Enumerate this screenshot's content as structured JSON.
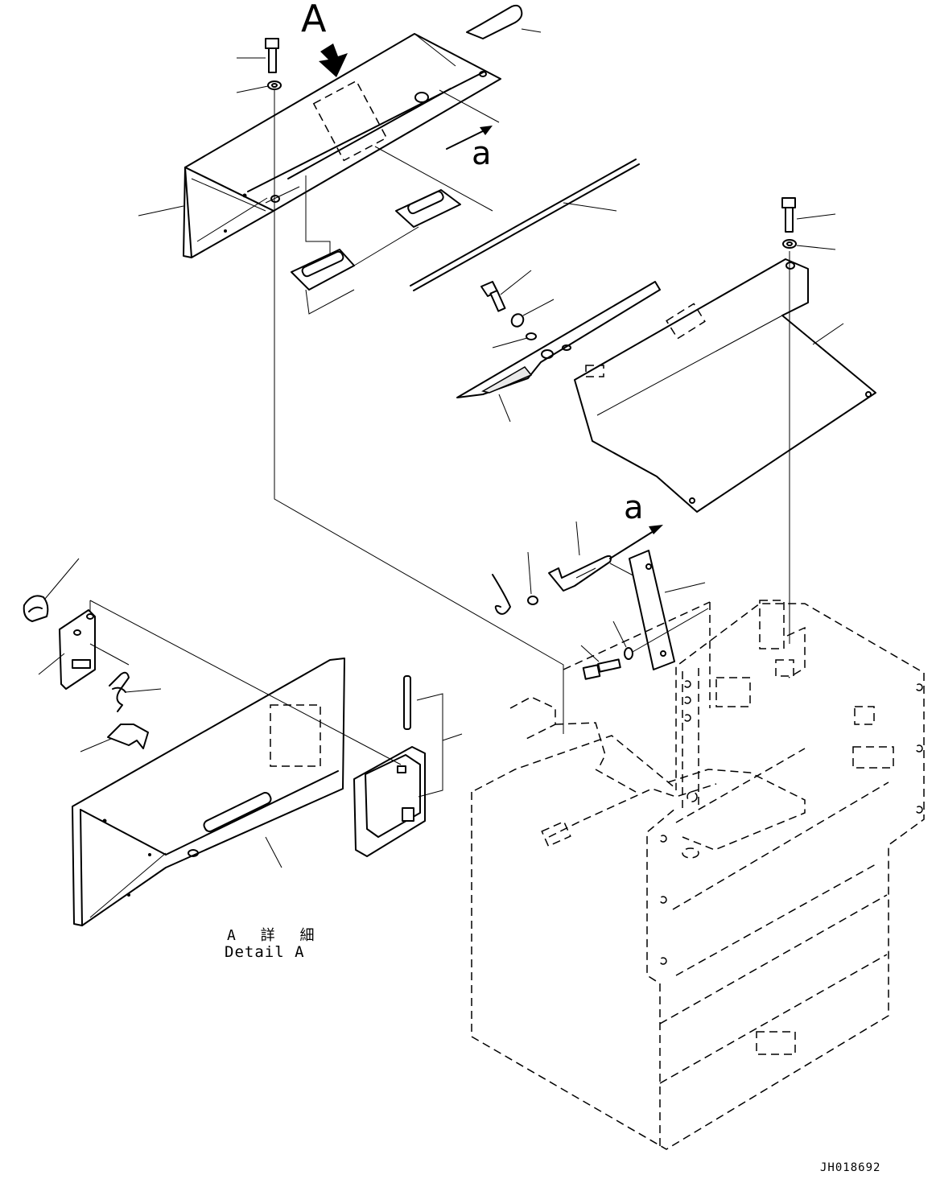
{
  "labels": {
    "view_a": "A",
    "arrow_a_upper": "a",
    "arrow_a_lower": "a",
    "detail_jp": "A 詳 細",
    "detail_en": "Detail A",
    "drawing_number": "JH018692"
  }
}
